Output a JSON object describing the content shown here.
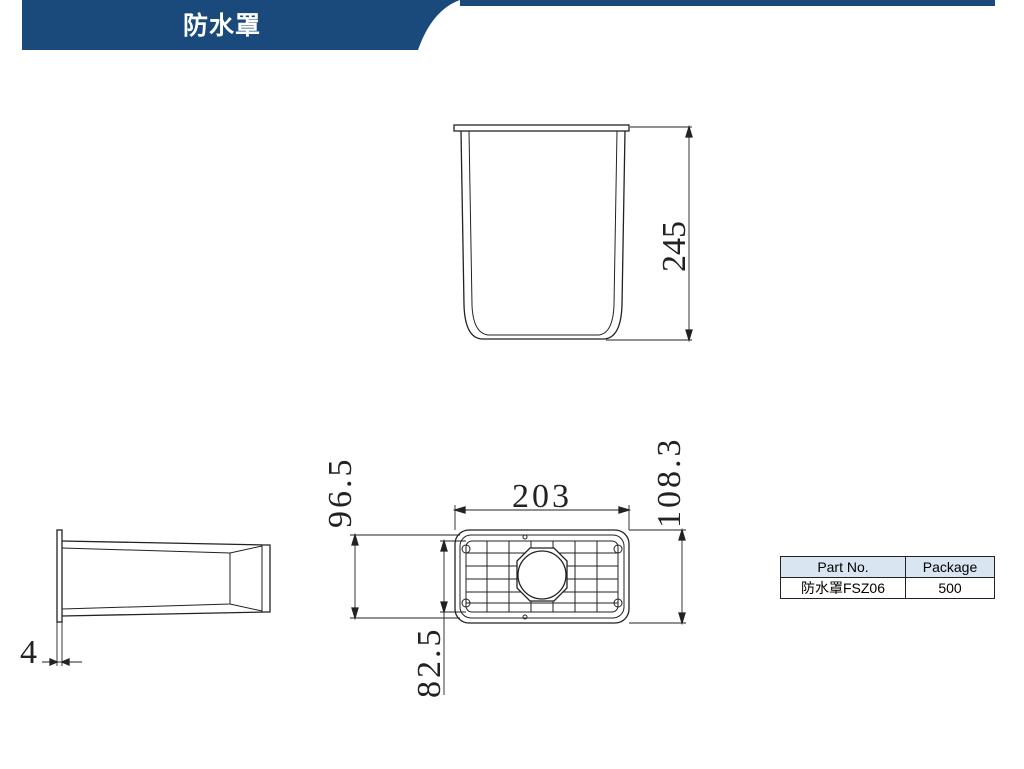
{
  "header": {
    "title": "防水罩",
    "accent_color": "#1a4a7b"
  },
  "drawing": {
    "dimensions": {
      "side_height": "245",
      "bottom_width": "203",
      "outer_depth": "108.3",
      "left_outer": "96.5",
      "left_inner": "82.5",
      "flange": "4"
    }
  },
  "spec_table": {
    "headers": [
      "Part No.",
      "Package"
    ],
    "rows": [
      [
        "防水罩FSZ06",
        "500"
      ]
    ],
    "header_bg": "#d9e6f2"
  }
}
